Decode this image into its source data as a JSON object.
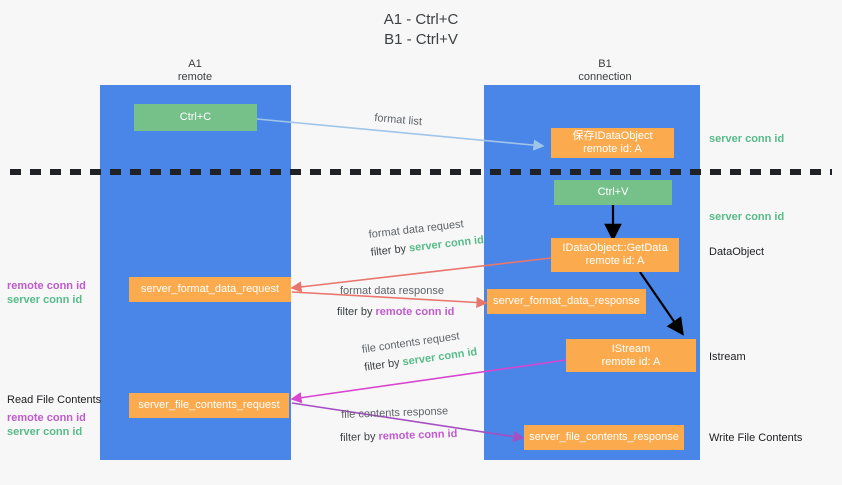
{
  "title": {
    "line1": "A1 - Ctrl+C",
    "line2": "B1 - Ctrl+V"
  },
  "columns": [
    {
      "name": "A1",
      "role": "remote"
    },
    {
      "name": "B1",
      "role": "connection"
    }
  ],
  "colors": {
    "lane": "#4a86e8",
    "green_box": "#76c08a",
    "orange_box": "#fbab4e",
    "server_conn": "#57bb8a",
    "remote_conn": "#c25ad0",
    "arrow_blue": "#9fc5e8",
    "arrow_red": "#e8766d",
    "arrow_pink": "#d946cf",
    "arrow_purple": "#a64fc4",
    "arrow_black": "#000000",
    "divider": "#202124",
    "background": "#f7f7f7"
  },
  "boxes": {
    "ctrl_c": {
      "label": "Ctrl+C"
    },
    "ctrl_v": {
      "label": "Ctrl+V"
    },
    "save_idataobject": {
      "label": "保存IDataObject",
      "sub": "remote id: A"
    },
    "getdata": {
      "label": "IDataObject::GetData",
      "sub": "remote id: A"
    },
    "istream": {
      "label": "IStream",
      "sub": "remote id: A"
    },
    "server_format_data_request": {
      "label": "server_format_data_request"
    },
    "server_format_data_response": {
      "label": "server_format_data_response"
    },
    "server_file_contents_request": {
      "label": "server_file_contents_request"
    },
    "server_file_contents_response": {
      "label": "server_file_contents_response"
    }
  },
  "edge_labels": {
    "format_list": "format list",
    "format_data_request": "format data request",
    "format_data_response": "format data response",
    "file_contents_request": "file contents request",
    "file_contents_response": "file contents response",
    "filter_by": "filter by ",
    "server_conn_id": "server conn id",
    "remote_conn_id": "remote conn id"
  },
  "right_labels": {
    "server_conn_id_top": "server conn id",
    "server_conn_id_mid": "server conn id",
    "dataobject": "DataObject",
    "istream": "Istream",
    "write_file_contents": "Write File Contents"
  },
  "left_labels": {
    "remote_conn_id_1": "remote conn id",
    "server_conn_id_1": "server conn id",
    "read_file_contents": "Read File Contents",
    "remote_conn_id_2": "remote conn id",
    "server_conn_id_2": "server conn id"
  }
}
